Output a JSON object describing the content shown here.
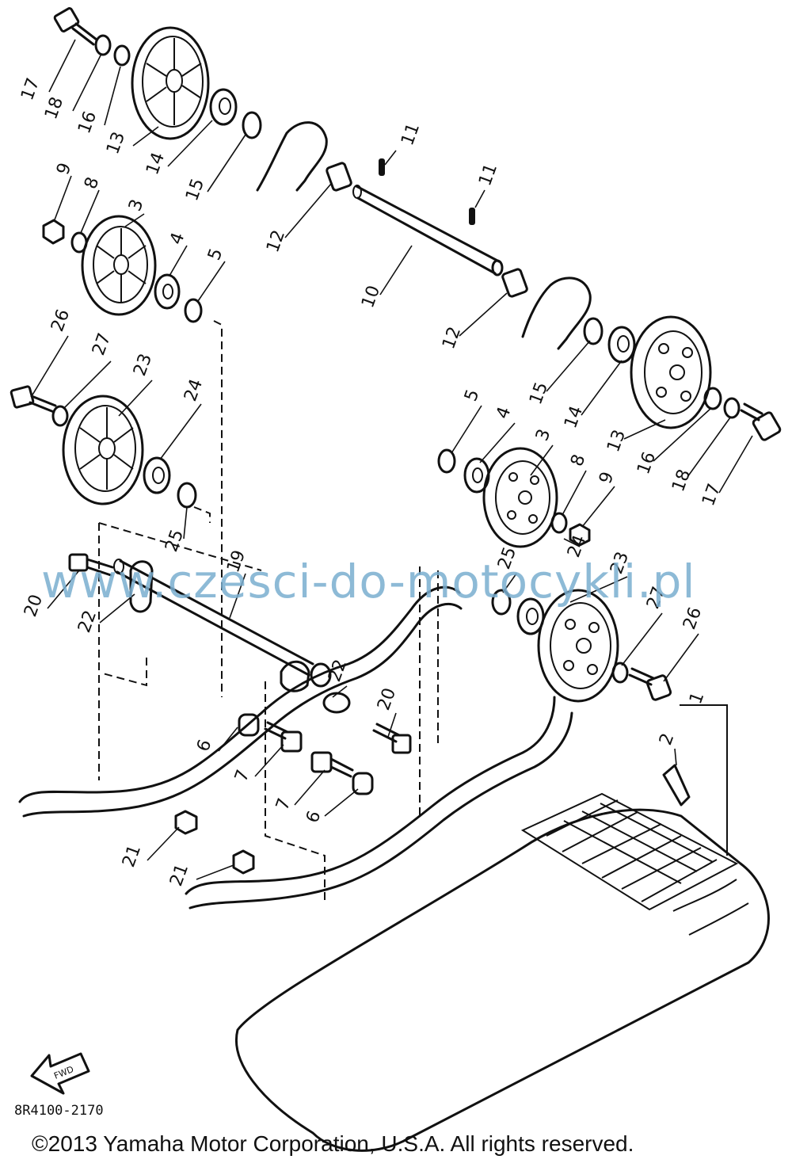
{
  "watermark": "www.czesci-do-motocykli.pl",
  "diagram_code": "8R4100-2170",
  "copyright": "©2013 Yamaha Motor Corporation, U.S.A. All rights reserved.",
  "fwd_label": "FWD",
  "labels": [
    "17",
    "18",
    "16",
    "13",
    "14",
    "15",
    "11",
    "11",
    "9",
    "8",
    "3",
    "4",
    "5",
    "12",
    "10",
    "12",
    "26",
    "27",
    "23",
    "24",
    "25",
    "15",
    "14",
    "13",
    "16",
    "18",
    "17",
    "5",
    "4",
    "3",
    "8",
    "9",
    "24",
    "25",
    "23",
    "27",
    "26",
    "19",
    "20",
    "22",
    "22",
    "20",
    "6",
    "7",
    "7",
    "6",
    "21",
    "21",
    "1",
    "2"
  ]
}
